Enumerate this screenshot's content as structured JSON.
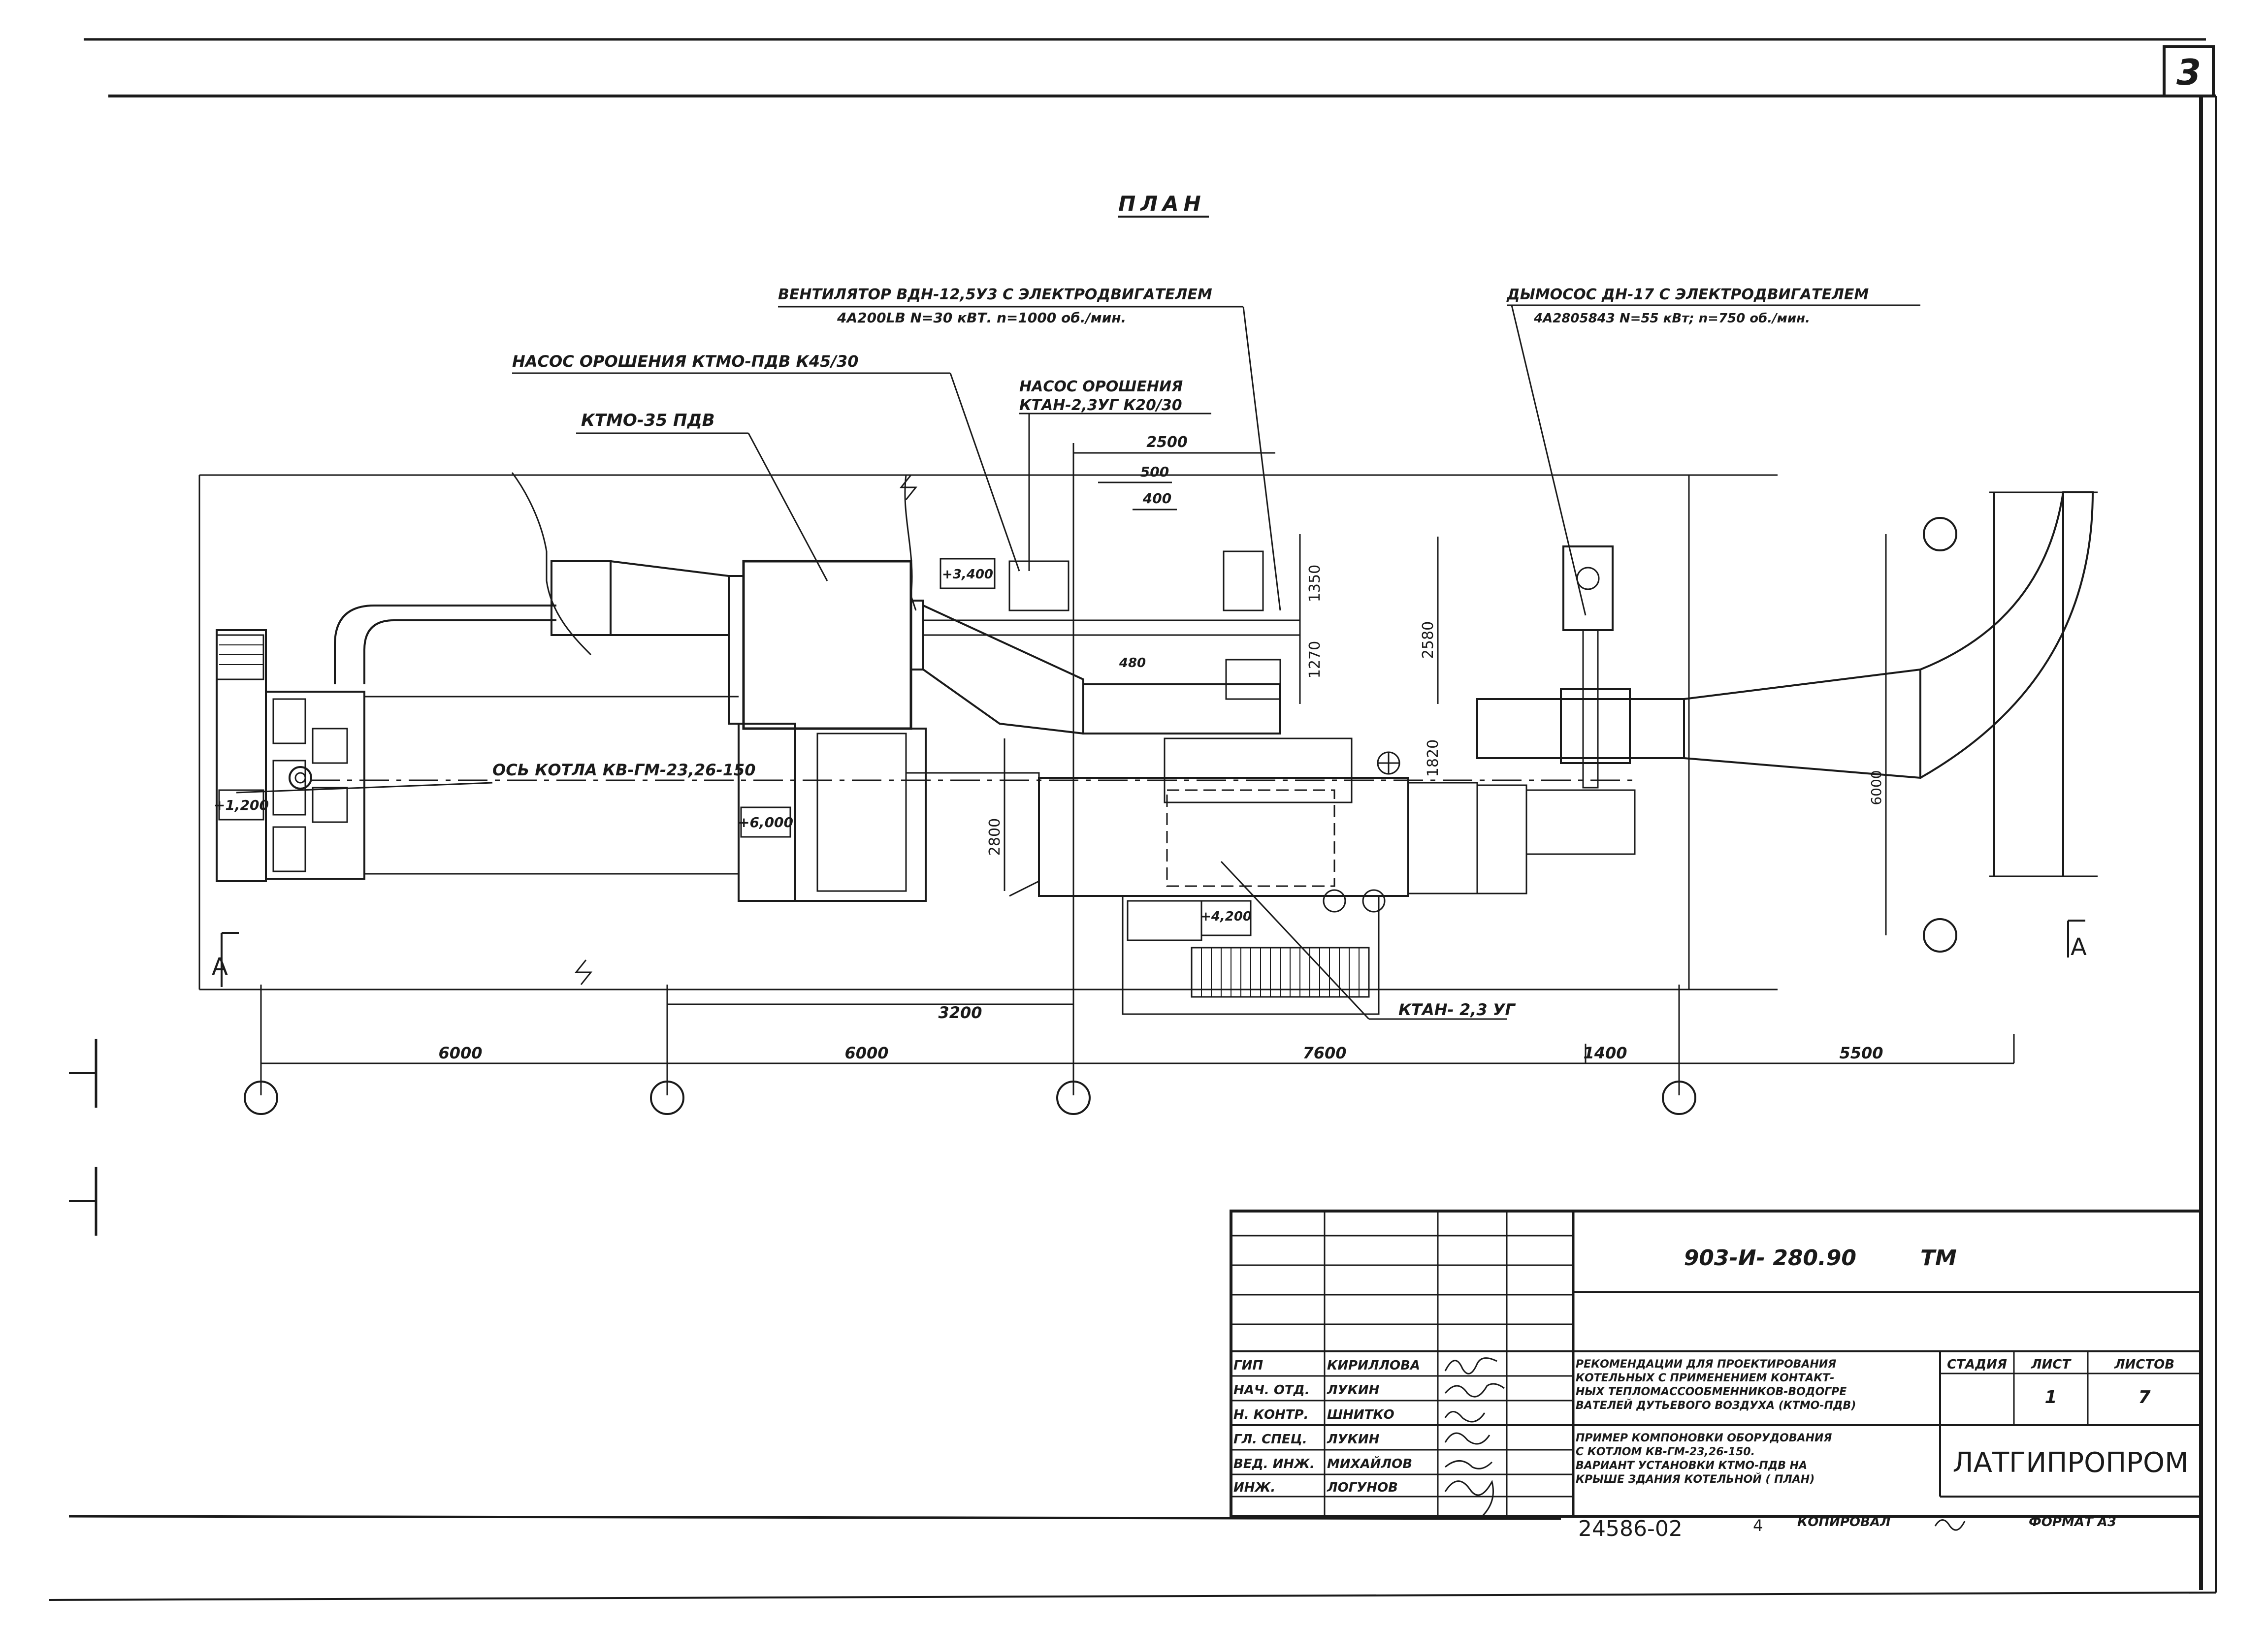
{
  "sheet": {
    "sheet_number": "3",
    "title": "ПЛАН",
    "callouts": {
      "fan_line1": "ВЕНТИЛЯТОР ВДН-12,5У3 С ЭЛЕКТРОДВИГАТЕЛЕМ",
      "fan_line2": "4А200LВ  N=30 кВТ.   n=1000 об./мин.",
      "pump1": "НАСОС ОРОШЕНИЯ   КТМО-ПДВ  К45/30",
      "ktmo": "КТМО-35 ПДВ",
      "pump2_line1": "НАСОС ОРОШЕНИЯ",
      "pump2_line2": "КТАН-2,3УГ  К20/30",
      "smoke_line1": "ДЫМОСОС  ДН-17 С ЭЛЕКТРОДВИГАТЕЛЕМ",
      "smoke_line2": "4А2805843  N=55 кВт;  n=750 об./мин.",
      "boiler_axis": "ОСЬ  КОТЛА  КВ-ГМ-23,26-150",
      "ktan": "КТАН- 2,3 УГ"
    },
    "dimensions": {
      "d2500": "2500",
      "d500": "500",
      "d400": "400",
      "d1350": "1350",
      "d1270": "1270",
      "d2580": "2580",
      "d1820": "1820",
      "d480": "480",
      "d2800": "2800",
      "d6000v": "6000",
      "d3200": "3200",
      "span1": "6000",
      "span2": "6000",
      "span3": "7600",
      "span4": "1400",
      "span5": "5500"
    },
    "levels": {
      "l1": "+3,400",
      "l2": "+1,200",
      "l3": "+6,000",
      "l4": "+4,200"
    },
    "section_marks": {
      "left": "A",
      "right": "A"
    }
  },
  "title_block": {
    "doc_code": "903-И- 280.90",
    "doc_mark": "ТМ",
    "description_1": [
      "РЕКОМЕНДАЦИИ ДЛЯ ПРОЕКТИРОВАНИЯ",
      "КОТЕЛЬНЫХ С ПРИМЕНЕНИЕМ КОНТАКТ-",
      "НЫХ ТЕПЛОМАССООБМЕННИКОВ-ВОДОГРЕ",
      "ВАТЕЛЕЙ ДУТЬЕВОГО ВОЗДУХА (КТМО-ПДВ)"
    ],
    "description_2": [
      "ПРИМЕР КОМПОНОВКИ ОБОРУДОВАНИЯ",
      "С КОТЛОМ КВ-ГМ-23,26-150.",
      "ВАРИАНТ УСТАНОВКИ КТМО-ПДВ НА",
      "КРЫШЕ ЗДАНИЯ КОТЕЛЬНОЙ ( ПЛАН)"
    ],
    "stage_header": "СТАДИЯ",
    "sheet_header": "ЛИСТ",
    "sheets_header": "ЛИСТОВ",
    "sheet_value": "1",
    "sheets_value": "7",
    "org": "ЛАТГИПРОПРОМ",
    "signatures": [
      {
        "role": "ГИП",
        "name": "КИРИЛЛОВА"
      },
      {
        "role": "НАЧ. ОТД.",
        "name": "ЛУКИН"
      },
      {
        "role": "Н. КОНТР.",
        "name": "ШНИТКО"
      },
      {
        "role": "ГЛ. СПЕЦ.",
        "name": "ЛУКИН"
      },
      {
        "role": "ВЕД. ИНЖ.",
        "name": "МИХАЙЛОВ"
      },
      {
        "role": "ИНЖ.",
        "name": "ЛОГУНОВ"
      }
    ],
    "footer_number": "24586-02",
    "footer_sheet": "4",
    "footer_copy": "КОПИРОВАЛ",
    "footer_format": "ФОРМАТ А3"
  }
}
